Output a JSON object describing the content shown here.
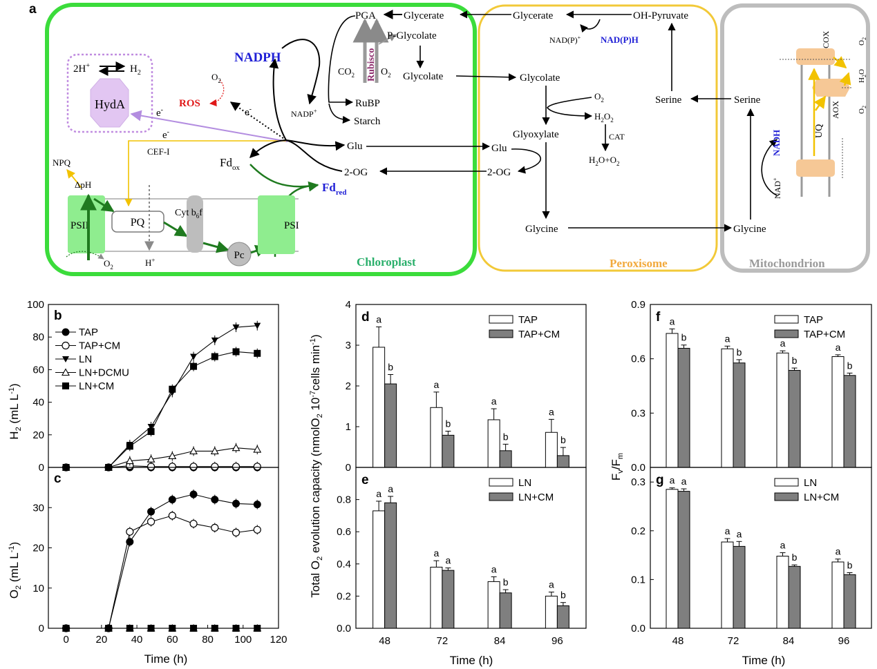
{
  "diagram": {
    "panel_label": "a",
    "compartments": {
      "chloroplast": "Chloroplast",
      "peroxisome": "Peroxisome",
      "mitochondrion": "Mitochondrion"
    },
    "labels": {
      "hydrogen_reaction_left": "2H",
      "hydrogen_reaction_right": "H",
      "hyda": "HydA",
      "ros": "ROS",
      "nadph": "NADPH",
      "nadp_plus": "NADP",
      "pga": "PGA",
      "glycerate": "Glycerate",
      "p_glycolate": "P-Glycolate",
      "glycolate": "Glycolate",
      "co2": "CO",
      "o2": "O",
      "rubisco": "Rubisco",
      "rubp": "RuBP",
      "starch": "Starch",
      "electron": "e",
      "cef": "CEF-I",
      "fd_ox": "Fd",
      "fd_ox_sub": "ox",
      "fd_red": "Fd",
      "fd_red_sub": "red",
      "glu": "Glu",
      "two_og": "2-OG",
      "npq": "NPQ",
      "delta_ph": "ΔpH",
      "psii": "PSII",
      "pq": "PQ",
      "cyt": "Cyt b",
      "cyt_sub": "6",
      "cyt_tail": "f",
      "psi": "PSI",
      "pc": "Pc",
      "h_plus": "H",
      "glyoxylate": "Glyoxylate",
      "h2o2": "H",
      "cat": "CAT",
      "h2o_o2": "H",
      "glycine": "Glycine",
      "serine": "Serine",
      "oh_pyruvate": "OH-Pyruvate",
      "nadp_small": "NAD(P)",
      "nadph_small": "NAD(P)H",
      "nadh": "NADH",
      "nad_plus": "NAD",
      "uq": "UQ",
      "cox": "COX",
      "aox": "AOX",
      "h2o": "H",
      "two": "2",
      "plus": "+",
      "minus": "-"
    },
    "colors": {
      "chloroplast": "#3bdc3b",
      "peroxisome": "#f2c938",
      "mitochondrion": "#bdbdbd",
      "blue_label": "#1f1fd6",
      "ros": "#e01818",
      "green_arrow": "#1f7a1f",
      "yellow_arrow": "#f2c200",
      "hyda_fill": "#e2c6f2",
      "hyda_edge": "#c08ce0",
      "lavender_arrow": "#b38de0",
      "psii_fill": "#8fed8f",
      "complex_gray": "#bdbdbd",
      "mito_complex": "#f6c896",
      "rubisco_text": "#8b2a6b"
    }
  },
  "chart_data": [
    {
      "panel": "b",
      "type": "line",
      "ylabel_main": "H",
      "ylabel_sub": "2",
      "ylabel_tail": " (mL L",
      "ylabel_sup": "-1",
      "ylabel_end": ")",
      "ylim": [
        0,
        100
      ],
      "yticks": [
        0,
        20,
        40,
        60,
        80,
        100
      ],
      "legend": "left",
      "series": [
        {
          "name": "TAP",
          "marker": "filled-circle",
          "x": [
            0,
            24,
            36,
            48,
            60,
            72,
            84,
            96,
            108
          ],
          "y": [
            0,
            0,
            0,
            0,
            0,
            0,
            0,
            0,
            0
          ]
        },
        {
          "name": "TAP+CM",
          "marker": "open-circle",
          "x": [
            0,
            24,
            36,
            48,
            60,
            72,
            84,
            96,
            108
          ],
          "y": [
            0,
            0,
            1,
            0.5,
            0.5,
            0.5,
            0.5,
            0.5,
            0.5
          ]
        },
        {
          "name": "LN",
          "marker": "filled-triangle-down",
          "x": [
            0,
            24,
            36,
            48,
            60,
            72,
            84,
            96,
            108
          ],
          "y": [
            0,
            0,
            14,
            25,
            46,
            68,
            78,
            86,
            87
          ]
        },
        {
          "name": "LN+DCMU",
          "marker": "open-triangle-up",
          "x": [
            0,
            24,
            36,
            48,
            60,
            72,
            84,
            96,
            108
          ],
          "y": [
            0,
            0,
            4,
            5,
            7,
            10,
            10,
            12,
            11
          ]
        },
        {
          "name": "LN+CM",
          "marker": "filled-square",
          "x": [
            0,
            24,
            36,
            48,
            60,
            72,
            84,
            96,
            108
          ],
          "y": [
            0,
            0,
            13,
            22,
            48,
            62,
            68,
            71,
            70
          ]
        }
      ]
    },
    {
      "panel": "c",
      "type": "line",
      "xlabel": "Time (h)",
      "ylabel_main": "O",
      "ylabel_sub": "2",
      "ylabel_tail": " (mL L",
      "ylabel_sup": "-1",
      "ylabel_end": ")",
      "xlim": [
        -10,
        120
      ],
      "xticks": [
        0,
        20,
        40,
        60,
        80,
        100,
        120
      ],
      "ylim": [
        0,
        40
      ],
      "yticks": [
        0,
        10,
        20,
        30,
        40
      ],
      "series": [
        {
          "name": "TAP",
          "marker": "filled-circle",
          "x": [
            0,
            24,
            36,
            48,
            60,
            72,
            84,
            96,
            108
          ],
          "y": [
            0,
            0,
            21.5,
            29,
            32,
            33.3,
            32,
            31,
            30.8
          ]
        },
        {
          "name": "TAP+CM",
          "marker": "open-circle",
          "x": [
            0,
            24,
            36,
            48,
            60,
            72,
            84,
            96,
            108
          ],
          "y": [
            0,
            0,
            24,
            26.5,
            28,
            26,
            25,
            23.8,
            24.5
          ]
        },
        {
          "name": "LN",
          "marker": "filled-triangle-down",
          "x": [
            0,
            24,
            36,
            48,
            60,
            72,
            84,
            96,
            108
          ],
          "y": [
            0,
            0,
            0,
            0,
            0,
            0,
            0,
            0,
            0
          ]
        },
        {
          "name": "LN+DCMU",
          "marker": "open-triangle-up",
          "x": [
            0,
            24,
            36,
            48,
            60,
            72,
            84,
            96,
            108
          ],
          "y": [
            0,
            0,
            0,
            0,
            0,
            0,
            0,
            0,
            0
          ]
        },
        {
          "name": "LN+CM",
          "marker": "filled-square",
          "x": [
            0,
            24,
            36,
            48,
            60,
            72,
            84,
            96,
            108
          ],
          "y": [
            0,
            0,
            0,
            0,
            0,
            0,
            0,
            0,
            0
          ]
        }
      ]
    },
    {
      "panel": "d",
      "type": "bar",
      "categories": [
        "48",
        "72",
        "84",
        "96"
      ],
      "ylim": [
        0,
        4
      ],
      "yticks": [
        0,
        1,
        2,
        3,
        4
      ],
      "legend": "top-right",
      "series": [
        {
          "name": "TAP",
          "fill": "#ffffff",
          "values": [
            2.95,
            1.47,
            1.17,
            0.86
          ],
          "errors": [
            0.5,
            0.38,
            0.27,
            0.32
          ],
          "letters": [
            "a",
            "a",
            "a",
            "a"
          ]
        },
        {
          "name": "TAP+CM",
          "fill": "#7f7f7f",
          "values": [
            2.05,
            0.79,
            0.41,
            0.29
          ],
          "errors": [
            0.23,
            0.1,
            0.16,
            0.2
          ],
          "letters": [
            "b",
            "b",
            "b",
            "b"
          ]
        }
      ]
    },
    {
      "panel": "e",
      "type": "bar",
      "xlabel": "Time (h)",
      "categories": [
        "48",
        "72",
        "84",
        "96"
      ],
      "ylim": [
        0,
        1.0
      ],
      "yticks": [
        0.0,
        0.2,
        0.4,
        0.6,
        0.8
      ],
      "legend": "top-right",
      "series": [
        {
          "name": "LN",
          "fill": "#ffffff",
          "values": [
            0.73,
            0.38,
            0.29,
            0.2
          ],
          "errors": [
            0.06,
            0.04,
            0.03,
            0.025
          ],
          "letters": [
            "a",
            "a",
            "a",
            "a"
          ]
        },
        {
          "name": "LN+CM",
          "fill": "#7f7f7f",
          "values": [
            0.78,
            0.36,
            0.22,
            0.14
          ],
          "errors": [
            0.04,
            0.015,
            0.02,
            0.02
          ],
          "letters": [
            "a",
            "a",
            "b",
            "b"
          ]
        }
      ]
    },
    {
      "panel": "f",
      "type": "bar",
      "categories": [
        "48",
        "72",
        "84",
        "96"
      ],
      "ylim": [
        0,
        0.9
      ],
      "yticks": [
        0.0,
        0.3,
        0.6,
        0.9
      ],
      "legend": "top-right",
      "series": [
        {
          "name": "TAP",
          "fill": "#ffffff",
          "values": [
            0.74,
            0.655,
            0.632,
            0.612
          ],
          "errors": [
            0.025,
            0.015,
            0.012,
            0.01
          ],
          "letters": [
            "a",
            "a",
            "a",
            "a"
          ]
        },
        {
          "name": "TAP+CM",
          "fill": "#7f7f7f",
          "values": [
            0.658,
            0.577,
            0.536,
            0.508
          ],
          "errors": [
            0.018,
            0.018,
            0.013,
            0.013
          ],
          "letters": [
            "b",
            "b",
            "b",
            "b"
          ]
        }
      ]
    },
    {
      "panel": "g",
      "type": "bar",
      "xlabel": "Time (h)",
      "categories": [
        "48",
        "72",
        "84",
        "96"
      ],
      "ylim": [
        0,
        0.33
      ],
      "yticks": [
        0.0,
        0.1,
        0.2,
        0.3
      ],
      "legend": "top-right",
      "series": [
        {
          "name": "LN",
          "fill": "#ffffff",
          "values": [
            0.285,
            0.177,
            0.148,
            0.136
          ],
          "errors": [
            0.003,
            0.007,
            0.007,
            0.006
          ],
          "letters": [
            "a",
            "a",
            "a",
            "a"
          ]
        },
        {
          "name": "LN+CM",
          "fill": "#7f7f7f",
          "values": [
            0.281,
            0.168,
            0.127,
            0.11
          ],
          "errors": [
            0.005,
            0.01,
            0.003,
            0.004
          ],
          "letters": [
            "a",
            "a",
            "b",
            "b"
          ]
        }
      ]
    }
  ],
  "axis_labels": {
    "de_y_main": "Total O",
    "de_y_sub": "2",
    "de_y_tail": " evolution capacity (nmolO",
    "de_y_sub2": "2",
    "de_y_mid": " 10",
    "de_y_sup": "-7",
    "de_y_cells": "cells min",
    "de_y_sup2": "-1",
    "de_y_end": ")",
    "fg_y_main": "F",
    "fg_y_sub": "v",
    "fg_y_slash": "/F",
    "fg_y_sub2": "m"
  }
}
